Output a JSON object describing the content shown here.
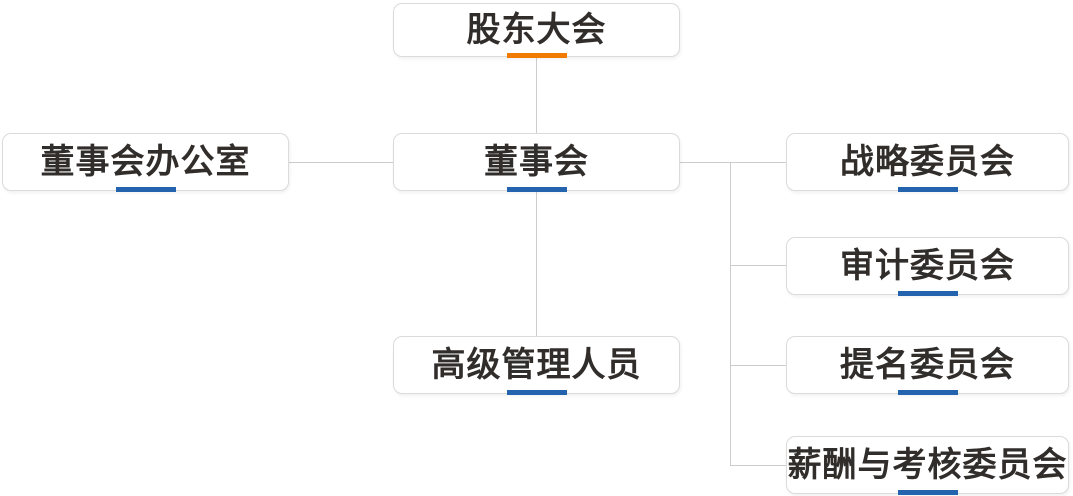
{
  "colors": {
    "orange": "#F07B00",
    "blue": "#2463AE",
    "border": "#DBDBDB",
    "line": "#CCCCCC",
    "text": "#312D2B",
    "background": "#FFFFFF"
  },
  "nodes": {
    "shareholders_meeting": {
      "label": "股东大会",
      "accent": "orange"
    },
    "board_office": {
      "label": "董事会办公室",
      "accent": "blue"
    },
    "board_of_directors": {
      "label": "董事会",
      "accent": "blue"
    },
    "senior_management": {
      "label": "高级管理人员",
      "accent": "blue"
    },
    "strategy_committee": {
      "label": "战略委员会",
      "accent": "blue"
    },
    "audit_committee": {
      "label": "审计委员会",
      "accent": "blue"
    },
    "nomination_committee": {
      "label": "提名委员会",
      "accent": "blue"
    },
    "remuneration_assessment_committee": {
      "label": "薪酬与考核委员会",
      "accent": "blue"
    }
  },
  "hierarchy": {
    "root": "股东大会",
    "edges": [
      {
        "from": "股东大会",
        "to": "董事会"
      },
      {
        "from": "董事会",
        "to": "董事会办公室"
      },
      {
        "from": "董事会",
        "to": "高级管理人员"
      },
      {
        "from": "董事会",
        "to": "战略委员会"
      },
      {
        "from": "董事会",
        "to": "审计委员会"
      },
      {
        "from": "董事会",
        "to": "提名委员会"
      },
      {
        "from": "董事会",
        "to": "薪酬与考核委员会"
      }
    ]
  }
}
